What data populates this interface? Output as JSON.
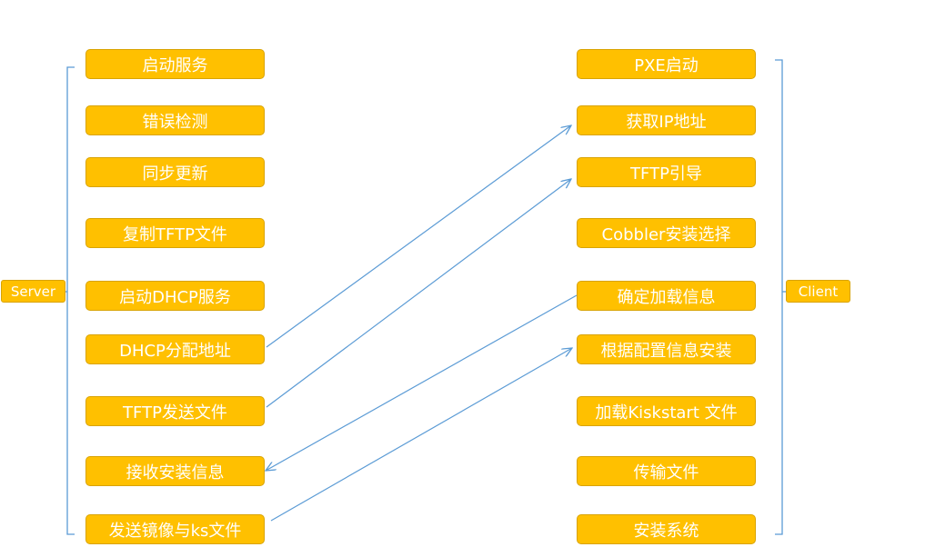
{
  "server_label": "Server",
  "client_label": "Client",
  "server_steps": [
    "启动服务",
    "错误检测",
    "同步更新",
    "复制TFTP文件",
    "启动DHCP服务",
    "DHCP分配地址",
    "TFTP发送文件",
    "接收安装信息",
    "发送镜像与ks文件"
  ],
  "client_steps": [
    "PXE启动",
    "获取IP地址",
    "TFTP引导",
    "Cobbler安装选择",
    "确定加载信息",
    "根据配置信息安装",
    "加载Kiskstart 文件",
    "传输文件",
    "安装系统"
  ],
  "line_color": "#5B9BD5",
  "box_color": "#FFC000"
}
